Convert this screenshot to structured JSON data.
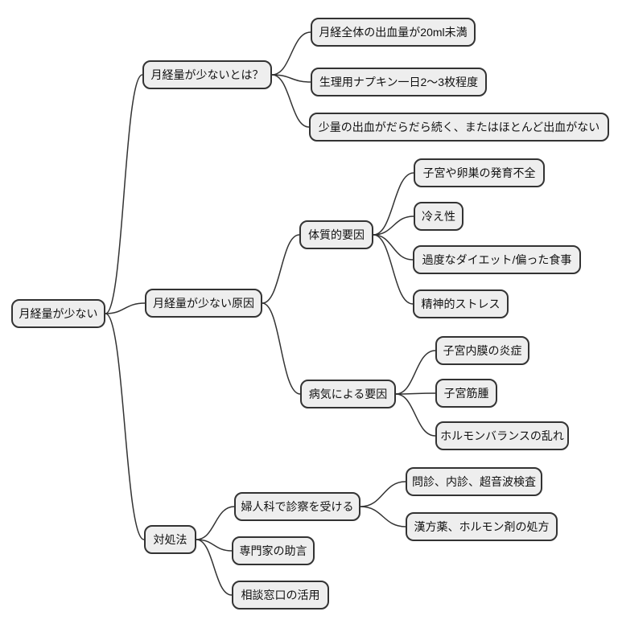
{
  "mindmap": {
    "type": "mindmap",
    "root": {
      "label": "月経量が少ない",
      "children": [
        {
          "label": "月経量が少ないとは？",
          "children": [
            {
              "label": "月経全体の出血量が20ml未満"
            },
            {
              "label": "生理用ナプキン一日2〜3枚程度"
            },
            {
              "label": "少量の出血がだらだら続く、またはほとんど出血がない"
            }
          ]
        },
        {
          "label": "月経量が少ない原因",
          "children": [
            {
              "label": "体質的要因",
              "children": [
                {
                  "label": "子宮や卵巣の発育不全"
                },
                {
                  "label": "冷え性"
                },
                {
                  "label": "過度なダイエット/偏った食事"
                },
                {
                  "label": "精神的ストレス"
                }
              ]
            },
            {
              "label": "病気による要因",
              "children": [
                {
                  "label": "子宮内膜の炎症"
                },
                {
                  "label": "子宮筋腫"
                },
                {
                  "label": "ホルモンバランスの乱れ"
                }
              ]
            }
          ]
        },
        {
          "label": "対処法",
          "children": [
            {
              "label": "婦人科で診察を受ける",
              "children": [
                {
                  "label": "問診、内診、超音波検査"
                },
                {
                  "label": "漢方薬、ホルモン剤の処方"
                }
              ]
            },
            {
              "label": "専門家の助言"
            },
            {
              "label": "相談窓口の活用"
            }
          ]
        }
      ]
    },
    "colors": {
      "background": "#ffffff",
      "node_fill": "#eeeeee",
      "node_border": "#333333",
      "edge": "#333333",
      "text": "#111111"
    }
  }
}
